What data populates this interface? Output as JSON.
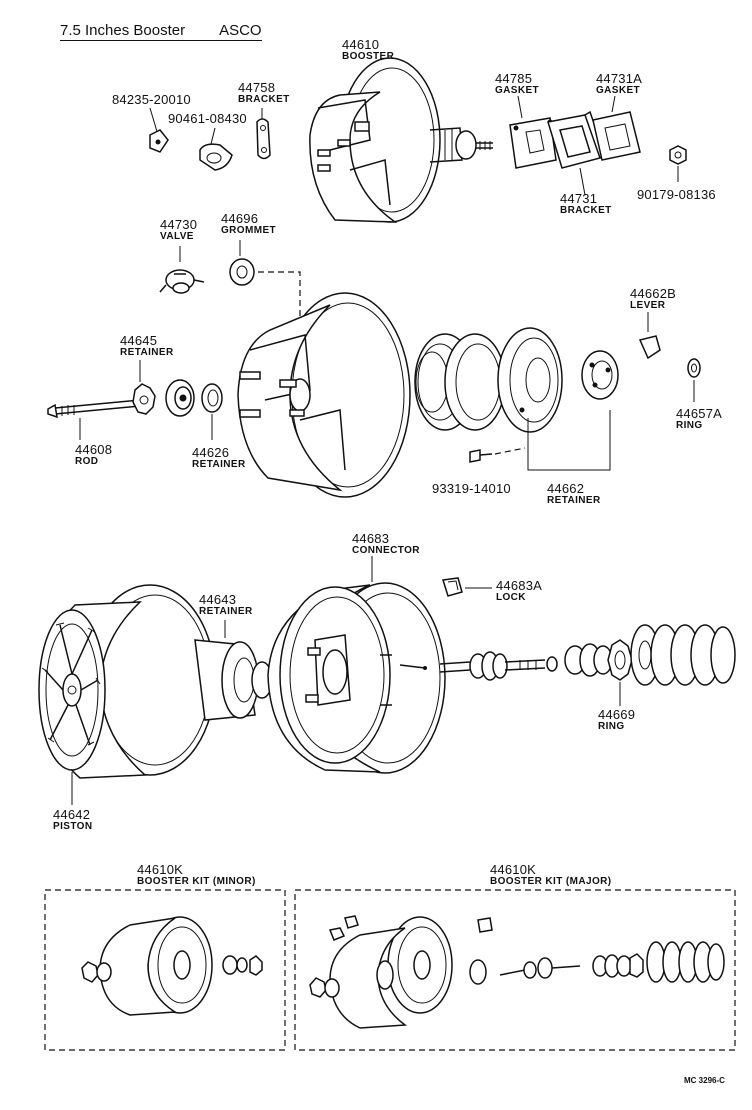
{
  "title": {
    "booster_size": "7.5 Inches Booster",
    "maker": "ASCO"
  },
  "parts": {
    "p44610": {
      "num": "44610",
      "name": "BOOSTER"
    },
    "p84235": {
      "num": "84235-20010"
    },
    "p90461": {
      "num": "90461-08430"
    },
    "p44758": {
      "num": "44758",
      "name": "BRACKET"
    },
    "p44785": {
      "num": "44785",
      "name": "GASKET"
    },
    "p44731A": {
      "num": "44731A",
      "name": "GASKET"
    },
    "p44731": {
      "num": "44731",
      "name": "BRACKET"
    },
    "p90179": {
      "num": "90179-08136"
    },
    "p44730": {
      "num": "44730",
      "name": "VALVE"
    },
    "p44696": {
      "num": "44696",
      "name": "GROMMET"
    },
    "p44662B": {
      "num": "44662B",
      "name": "LEVER"
    },
    "p44645": {
      "num": "44645",
      "name": "RETAINER"
    },
    "p44657A": {
      "num": "44657A",
      "name": "RING"
    },
    "p44608": {
      "num": "44608",
      "name": "ROD"
    },
    "p44626": {
      "num": "44626",
      "name": "RETAINER"
    },
    "p93319": {
      "num": "93319-14010"
    },
    "p44662": {
      "num": "44662",
      "name": "RETAINER"
    },
    "p44683": {
      "num": "44683",
      "name": "CONNECTOR"
    },
    "p44683A": {
      "num": "44683A",
      "name": "LOCK"
    },
    "p44643": {
      "num": "44643",
      "name": "RETAINER"
    },
    "p44669": {
      "num": "44669",
      "name": "RING"
    },
    "p44642": {
      "num": "44642",
      "name": "PISTON"
    },
    "kitMinor": {
      "num": "44610K",
      "name": "BOOSTER KIT (MINOR)"
    },
    "kitMajor": {
      "num": "44610K",
      "name": "BOOSTER KIT (MAJOR)"
    }
  },
  "diagram_code": "MC 3296-C"
}
